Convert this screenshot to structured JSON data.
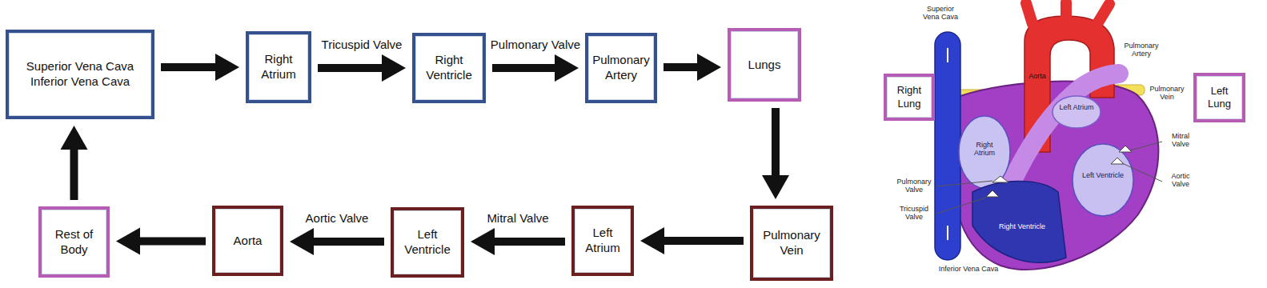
{
  "diagram": {
    "nodes": [
      {
        "text": [
          "Superior Vena Cava",
          "Inferior Vena Cava"
        ]
      },
      {
        "text": [
          "Right Atrium"
        ]
      },
      {
        "text": [
          "Right Ventricle"
        ]
      },
      {
        "text": [
          "Pulmonary Artery"
        ]
      },
      {
        "text": [
          "Lungs"
        ]
      },
      {
        "text": [
          "Pulmonary Vein"
        ]
      },
      {
        "text": [
          "Left Atrium"
        ]
      },
      {
        "text": [
          "Left Ventricle"
        ]
      },
      {
        "text": [
          "Aorta"
        ]
      },
      {
        "text": [
          "Rest of Body"
        ]
      },
      {
        "text": [
          "Right Lung"
        ]
      },
      {
        "text": [
          "Left Lung"
        ]
      }
    ],
    "edges": [
      {
        "from": 0,
        "to": 1,
        "arrow": "to"
      },
      {
        "from": 1,
        "to": 2,
        "label": "Tricuspid Valve",
        "arrow": "to"
      },
      {
        "from": 2,
        "to": 3,
        "label": "Pulmonary Valve",
        "arrow": "to"
      },
      {
        "from": 3,
        "to": 4,
        "arrow": "to"
      },
      {
        "from": 4,
        "to": 5,
        "arrow": "to"
      },
      {
        "from": 5,
        "to": 6,
        "arrow": "to"
      },
      {
        "from": 6,
        "to": 7,
        "label": "Mitral Valve",
        "arrow": "to"
      },
      {
        "from": 7,
        "to": 8,
        "label": "Aortic Valve",
        "arrow": "to"
      },
      {
        "from": 8,
        "to": 9,
        "arrow": "to"
      },
      {
        "from": 9,
        "to": 0,
        "arrow": "to"
      }
    ],
    "labels": [
      "Superior Vena Cava",
      "Aorta",
      "Pulmonary Artery",
      "Pulmonary Vein",
      "Right Atrium",
      "Left Atrium",
      "Mitral Valve",
      "Aortic Valve",
      "Left Ventricle",
      "Right Ventricle",
      "Pulmonary Valve",
      "Tricuspid Valve",
      "Inferior Vena Cava"
    ]
  }
}
